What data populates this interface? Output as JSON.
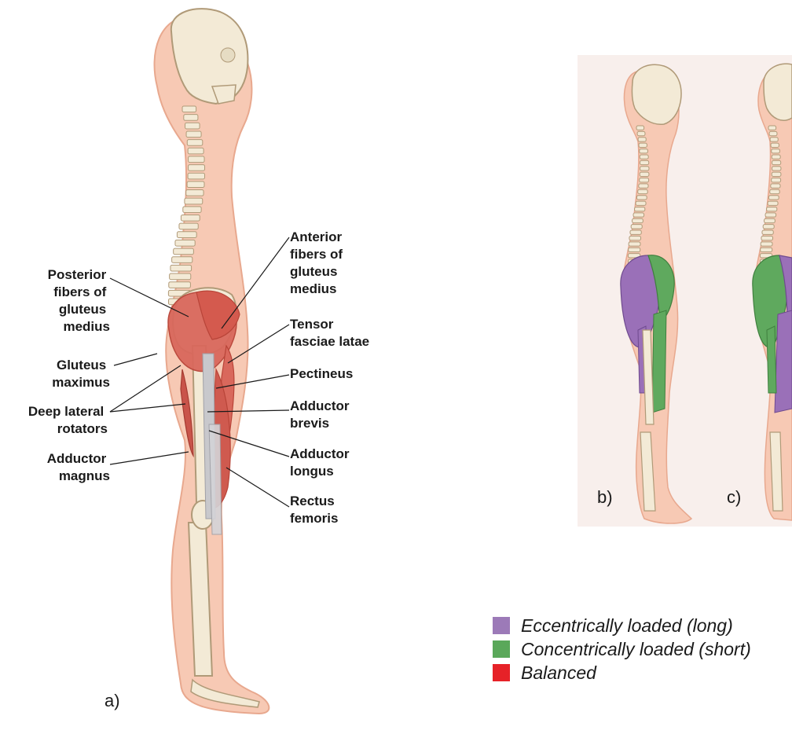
{
  "panels": [
    {
      "id": "a",
      "label": "a)"
    },
    {
      "id": "b",
      "label": "b)"
    },
    {
      "id": "c",
      "label": "c)"
    }
  ],
  "labels_left": [
    {
      "id": "posterior_gluteus_medius",
      "lines": [
        "Posterior",
        "fibers of",
        "gluteus",
        "medius"
      ]
    },
    {
      "id": "gluteus_maximus",
      "lines": [
        "Gluteus",
        "maximus"
      ]
    },
    {
      "id": "deep_lateral_rotators",
      "lines": [
        "Deep lateral",
        "rotators"
      ]
    },
    {
      "id": "adductor_magnus",
      "lines": [
        "Adductor",
        "magnus"
      ]
    }
  ],
  "labels_right": [
    {
      "id": "anterior_gluteus_medius",
      "lines": [
        "Anterior",
        "fibers of",
        "gluteus",
        "medius"
      ]
    },
    {
      "id": "tensor_fasciae_latae",
      "lines": [
        "Tensor",
        "fasciae latae"
      ]
    },
    {
      "id": "pectineus",
      "lines": [
        "Pectineus"
      ]
    },
    {
      "id": "adductor_brevis",
      "lines": [
        "Adductor",
        "brevis"
      ]
    },
    {
      "id": "adductor_longus",
      "lines": [
        "Adductor",
        "longus"
      ]
    },
    {
      "id": "rectus_femoris",
      "lines": [
        "Rectus",
        "femoris"
      ]
    }
  ],
  "legend": [
    {
      "label": "Eccentrically loaded (long)",
      "color": "#9c7ab8"
    },
    {
      "label": "Concentrically loaded (short)",
      "color": "#5aa85a"
    },
    {
      "label": "Balanced",
      "color": "#e62228"
    }
  ],
  "colors": {
    "skin": "#f7c9b4",
    "skin_outline": "#e8a88e",
    "bone": "#f3ead6",
    "bone_outline": "#c2ae88",
    "muscle_red": "#d9685c",
    "muscle_red_dark": "#b84438",
    "muscle_purple": "#9a70b8",
    "muscle_green": "#5fa95e",
    "tendon_gray": "#c8c8cc",
    "panel_bg": "#f8efec"
  }
}
